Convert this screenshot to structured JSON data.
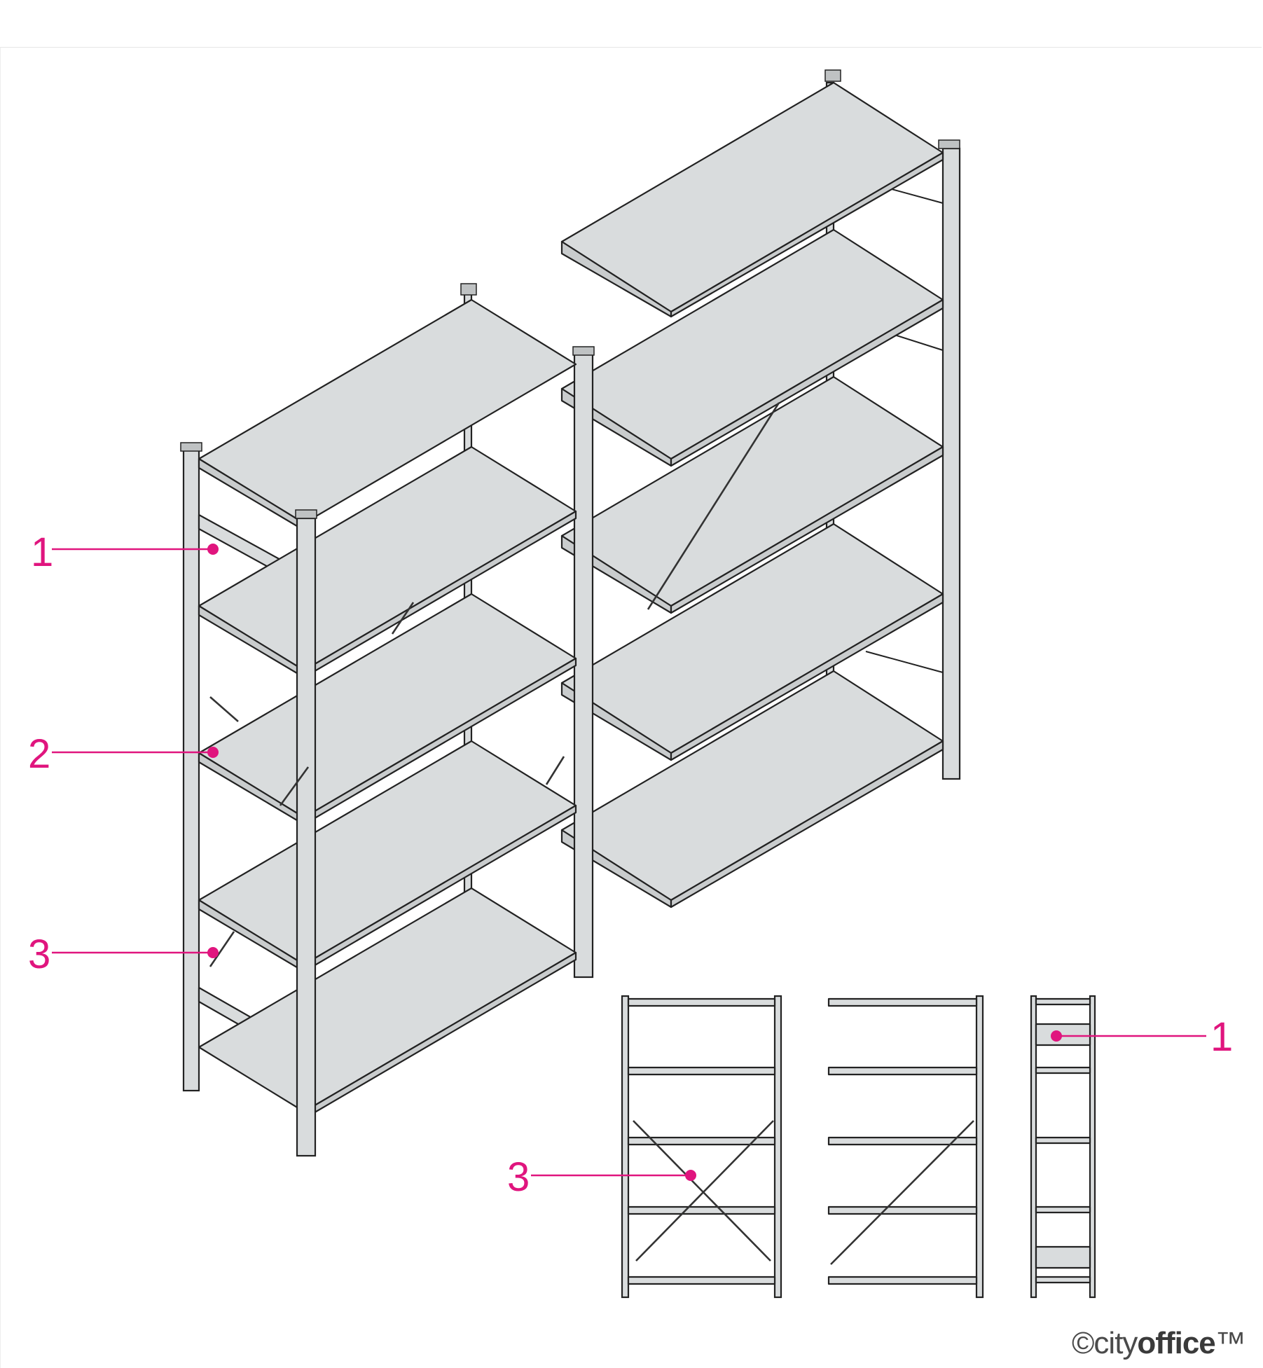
{
  "diagram": {
    "accent_color": "#e0157e",
    "shelf_fill": "#d9dcdd",
    "line_color": "#222222",
    "callouts": [
      {
        "label": "1"
      },
      {
        "label": "2"
      },
      {
        "label": "3"
      },
      {
        "label": "3"
      },
      {
        "label": "1"
      }
    ]
  },
  "brand": {
    "copyright_symbol": "©",
    "name_light": "city",
    "name_bold": "office",
    "trademark": "™"
  }
}
